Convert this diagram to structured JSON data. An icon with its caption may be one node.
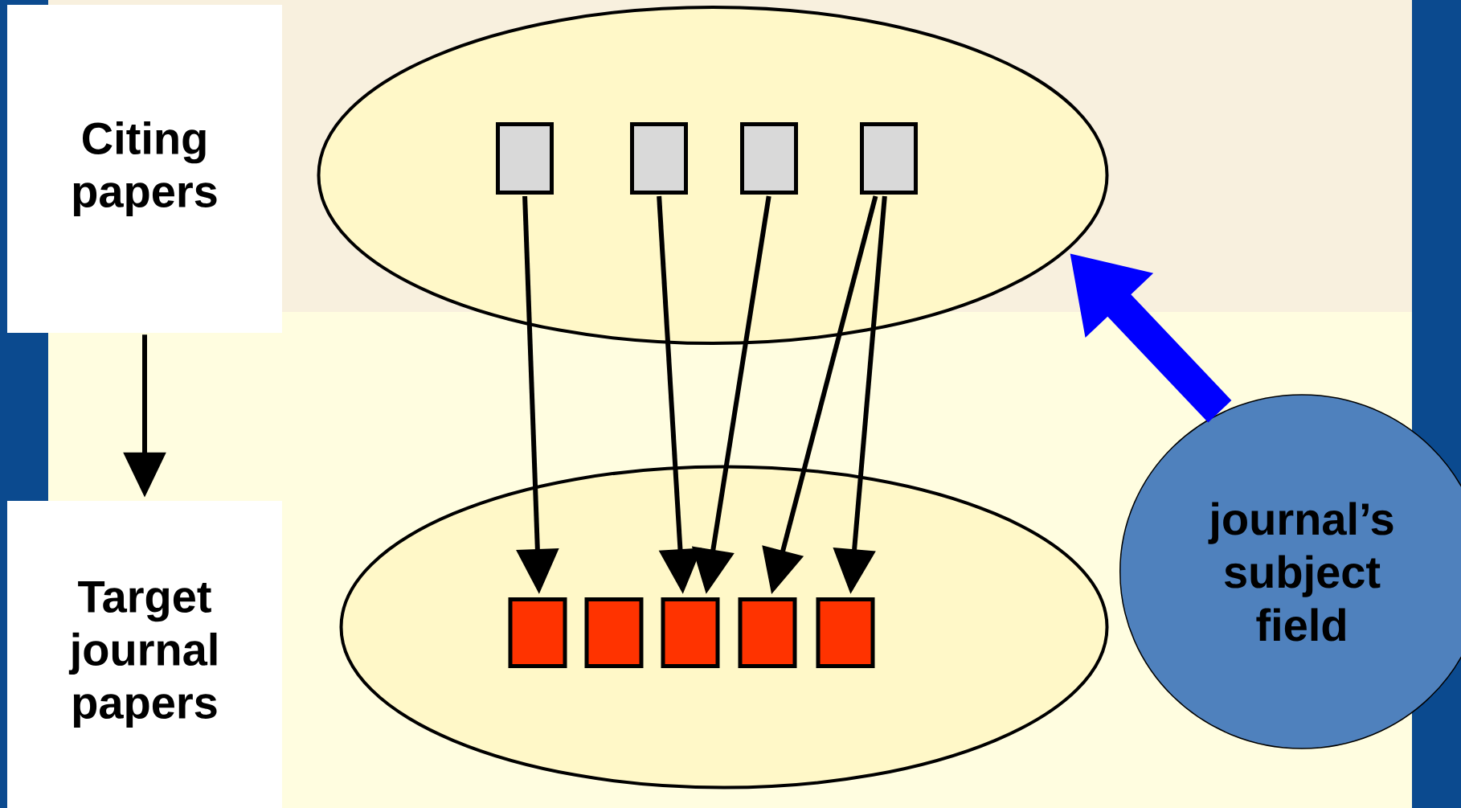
{
  "diagram": {
    "nodes": [
      {
        "text": [
          "Citing papers"
        ]
      },
      {
        "text": [],
        "shape": "ellipse"
      },
      {
        "text": [],
        "shape": "box",
        "in": 1
      },
      {
        "text": [],
        "shape": "box",
        "in": 1
      },
      {
        "text": [],
        "shape": "box",
        "in": 1
      },
      {
        "text": [],
        "shape": "box",
        "in": 1
      },
      {
        "text": [
          "Target journal papers"
        ]
      },
      {
        "text": [],
        "shape": "ellipse"
      },
      {
        "text": [],
        "shape": "box",
        "in": 7
      },
      {
        "text": [],
        "shape": "box",
        "in": 7
      },
      {
        "text": [],
        "shape": "box",
        "in": 7
      },
      {
        "text": [],
        "shape": "box",
        "in": 7
      },
      {
        "text": [],
        "shape": "box",
        "in": 7
      },
      {
        "text": [
          "journal’s subject field"
        ]
      }
    ],
    "edges": [
      {
        "from": 0,
        "to": 6,
        "arrow": "to"
      },
      {
        "from": 2,
        "to": 8,
        "arrow": "to"
      },
      {
        "from": 3,
        "to": 10,
        "arrow": "to"
      },
      {
        "from": 4,
        "to": 10,
        "arrow": "to"
      },
      {
        "from": 5,
        "to": 11,
        "arrow": "to"
      },
      {
        "from": 5,
        "to": 12,
        "arrow": "to"
      },
      {
        "from": 13,
        "to": 1,
        "arrow": "to",
        "style": "thick",
        "color": "#0000ff"
      }
    ]
  }
}
